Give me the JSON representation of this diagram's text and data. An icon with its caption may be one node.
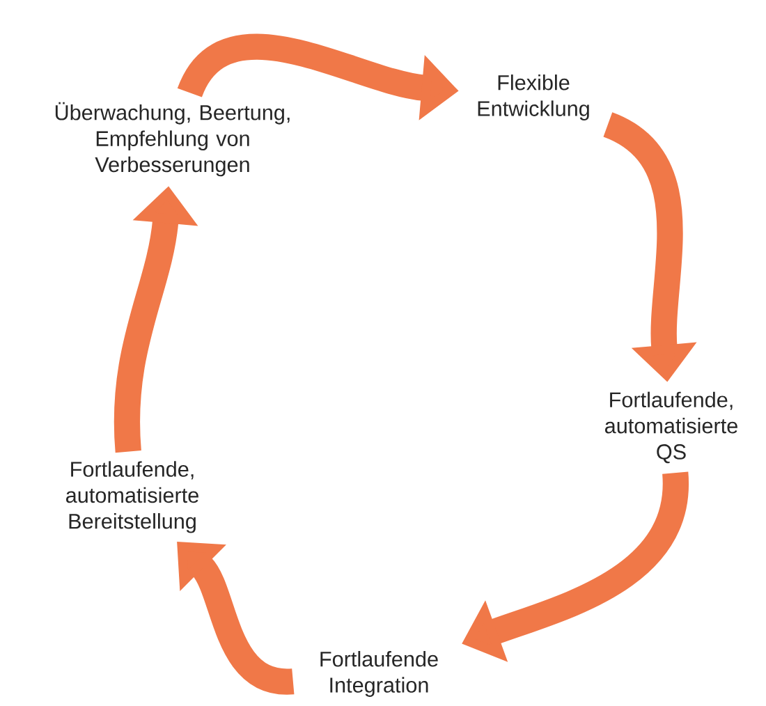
{
  "diagram": {
    "nodes": [
      {
        "text": [
          "Überwachung, Beertung, Empfehlung von Verbesserungen"
        ]
      },
      {
        "text": [
          "Flexible Entwicklung"
        ]
      },
      {
        "text": [
          "Fortlaufende, automatisierte QS"
        ]
      },
      {
        "text": [
          "Fortlaufende Integration"
        ]
      },
      {
        "text": [
          "Fortlaufende, automatisierte Bereitstellung"
        ]
      }
    ],
    "edges": [
      {
        "from": 0,
        "to": 1,
        "arrow": "to"
      },
      {
        "from": 1,
        "to": 2,
        "arrow": "to"
      },
      {
        "from": 2,
        "to": 3,
        "arrow": "to"
      },
      {
        "from": 3,
        "to": 4,
        "arrow": "to"
      },
      {
        "from": 4,
        "to": 0,
        "arrow": "to"
      }
    ]
  }
}
